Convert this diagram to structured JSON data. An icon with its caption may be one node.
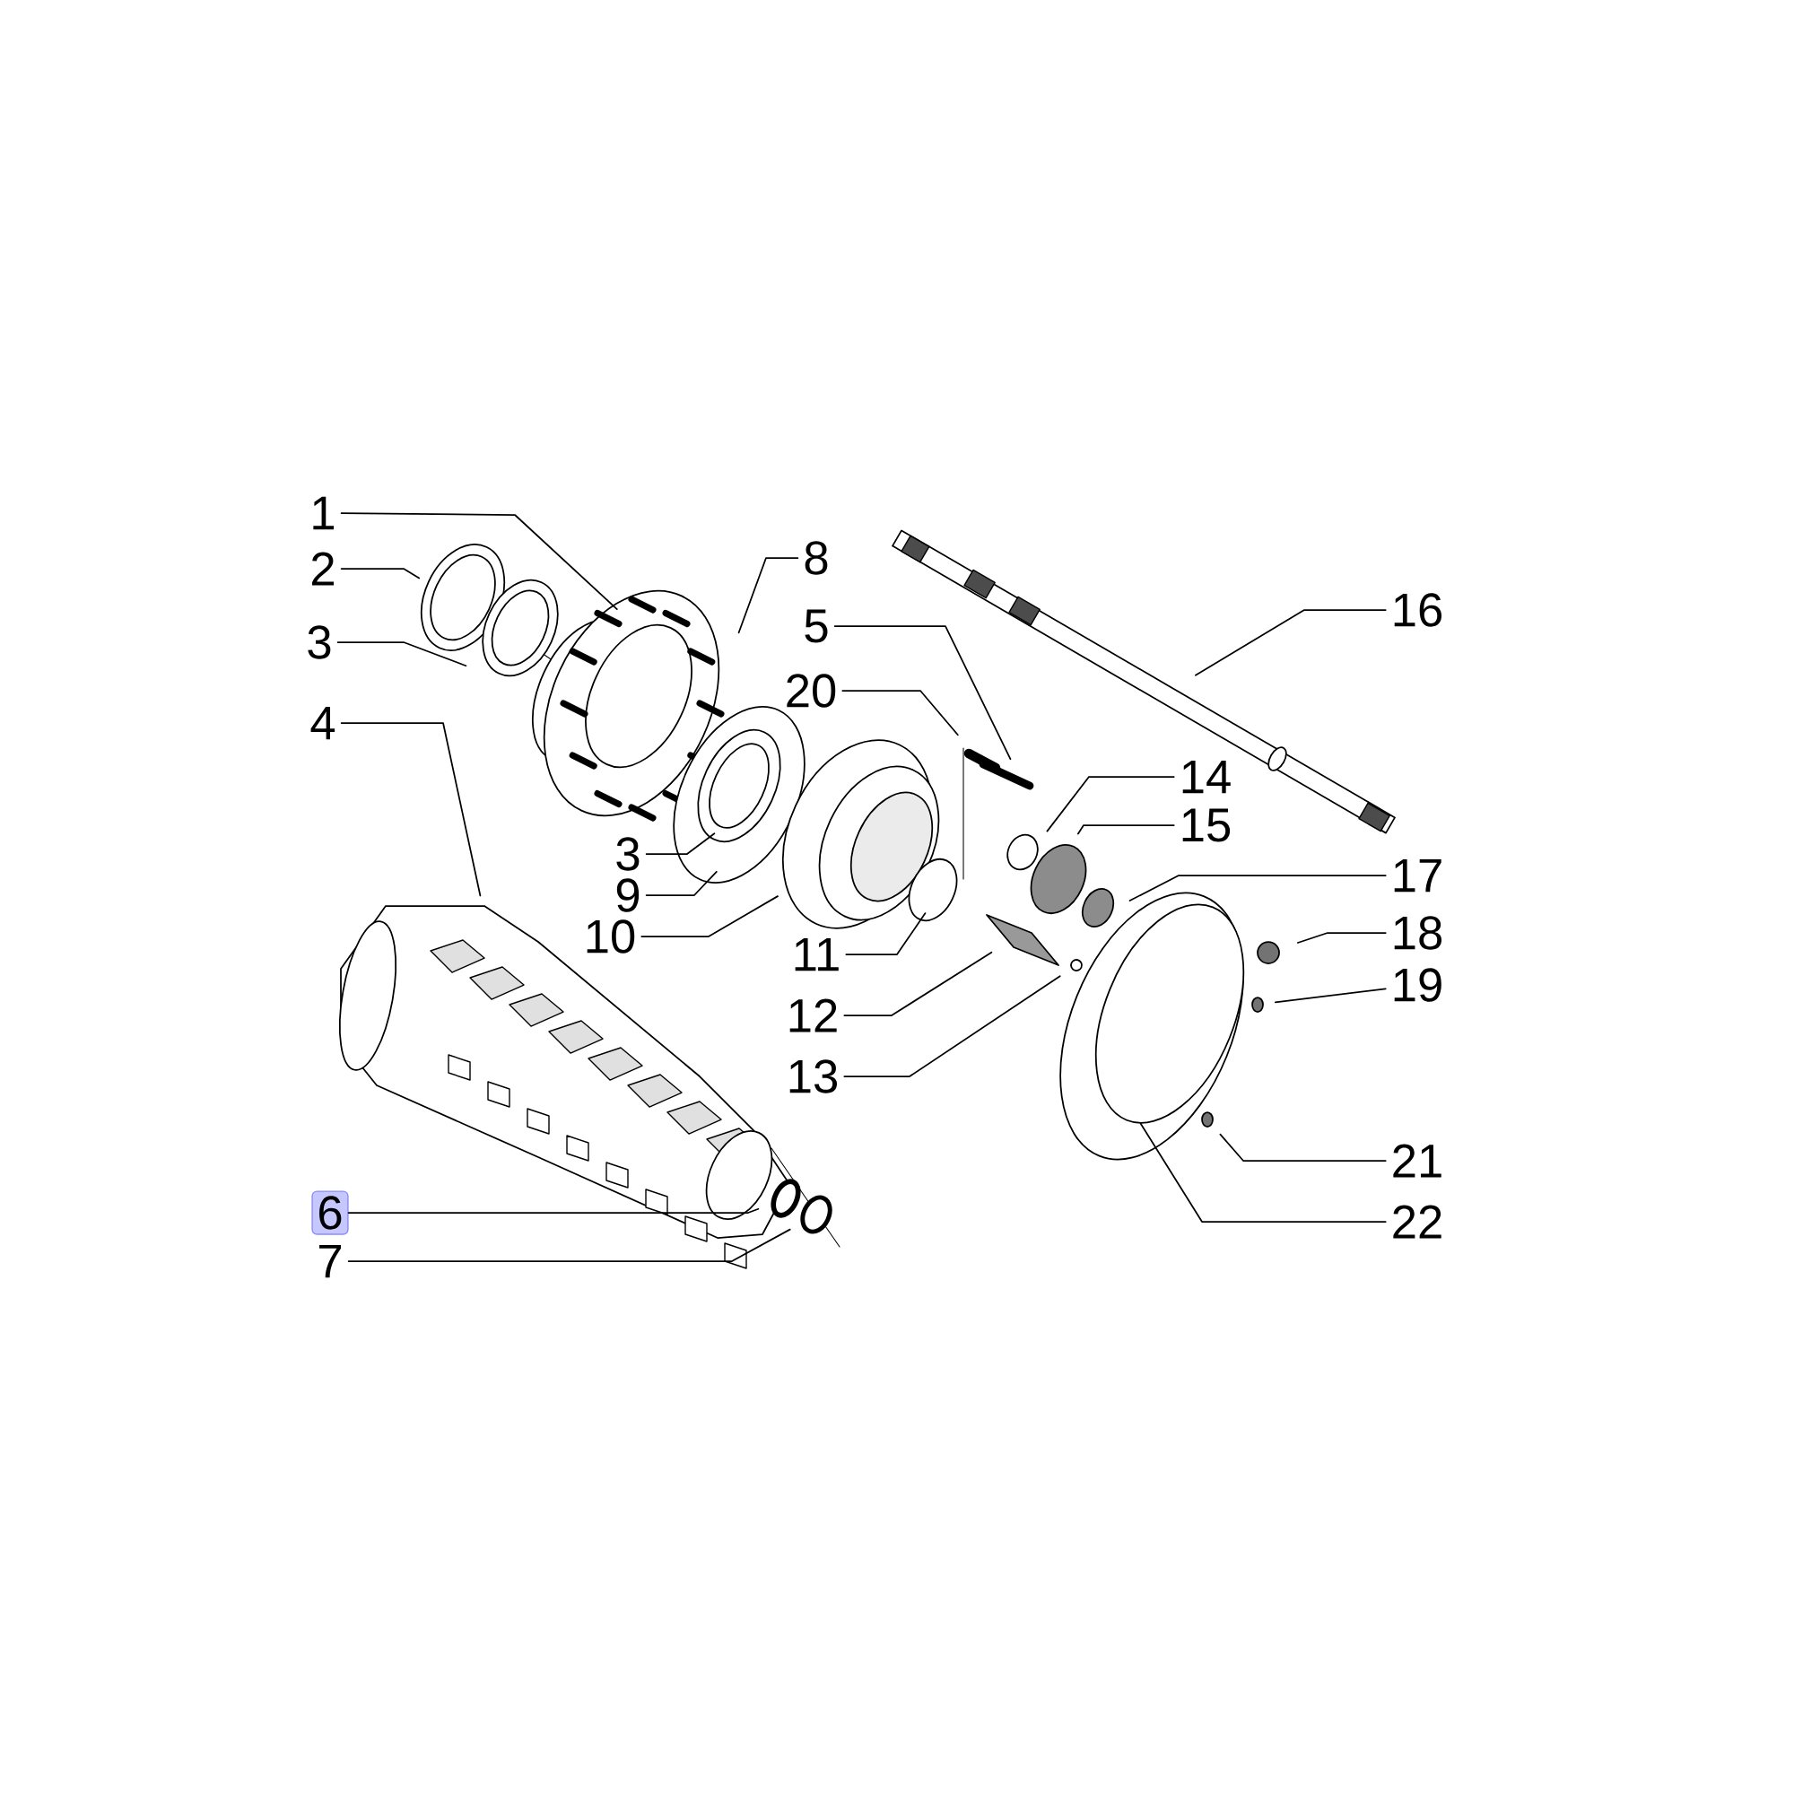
{
  "diagram": {
    "nodes": [
      {
        "text": [
          "1"
        ]
      },
      {
        "text": [
          "2"
        ]
      },
      {
        "text": [
          "8"
        ]
      },
      {
        "text": [
          "16"
        ]
      },
      {
        "text": [
          "5"
        ]
      },
      {
        "text": [
          "3"
        ]
      },
      {
        "text": [
          "20"
        ]
      },
      {
        "text": [
          "4"
        ]
      },
      {
        "text": [
          "14"
        ]
      },
      {
        "text": [
          "15"
        ]
      },
      {
        "text": [
          "3"
        ]
      },
      {
        "text": [
          "17"
        ]
      },
      {
        "text": [
          "9"
        ]
      },
      {
        "text": [
          "18"
        ]
      },
      {
        "text": [
          "10"
        ]
      },
      {
        "text": [
          "11"
        ]
      },
      {
        "text": [
          "19"
        ]
      },
      {
        "text": [
          "12"
        ]
      },
      {
        "text": [
          "13"
        ]
      },
      {
        "text": [
          "21"
        ]
      },
      {
        "text": [
          "6"
        ]
      },
      {
        "text": [
          "22"
        ]
      },
      {
        "text": [
          "7"
        ]
      }
    ],
    "edges": [
      {
        "from": 0,
        "to": null,
        "arrow": "none"
      },
      {
        "from": 1,
        "to": null,
        "arrow": "none"
      },
      {
        "from": 2,
        "to": null,
        "arrow": "none"
      },
      {
        "from": 3,
        "to": null,
        "arrow": "none"
      },
      {
        "from": 4,
        "to": null,
        "arrow": "none"
      },
      {
        "from": 5,
        "to": null,
        "arrow": "none"
      },
      {
        "from": 6,
        "to": null,
        "arrow": "none"
      },
      {
        "from": 7,
        "to": null,
        "arrow": "none"
      },
      {
        "from": 8,
        "to": null,
        "arrow": "none"
      },
      {
        "from": 9,
        "to": null,
        "arrow": "none"
      },
      {
        "from": 10,
        "to": null,
        "arrow": "none"
      },
      {
        "from": 11,
        "to": null,
        "arrow": "none"
      },
      {
        "from": 12,
        "to": null,
        "arrow": "none"
      },
      {
        "from": 13,
        "to": null,
        "arrow": "none"
      },
      {
        "from": 14,
        "to": null,
        "arrow": "none"
      },
      {
        "from": 15,
        "to": null,
        "arrow": "none"
      },
      {
        "from": 16,
        "to": null,
        "arrow": "none"
      },
      {
        "from": 17,
        "to": null,
        "arrow": "none"
      },
      {
        "from": 18,
        "to": null,
        "arrow": "none"
      },
      {
        "from": 19,
        "to": null,
        "arrow": "none"
      },
      {
        "from": 20,
        "to": null,
        "arrow": "none"
      },
      {
        "from": 21,
        "to": null,
        "arrow": "none"
      },
      {
        "from": 22,
        "to": null,
        "arrow": "none"
      }
    ]
  }
}
